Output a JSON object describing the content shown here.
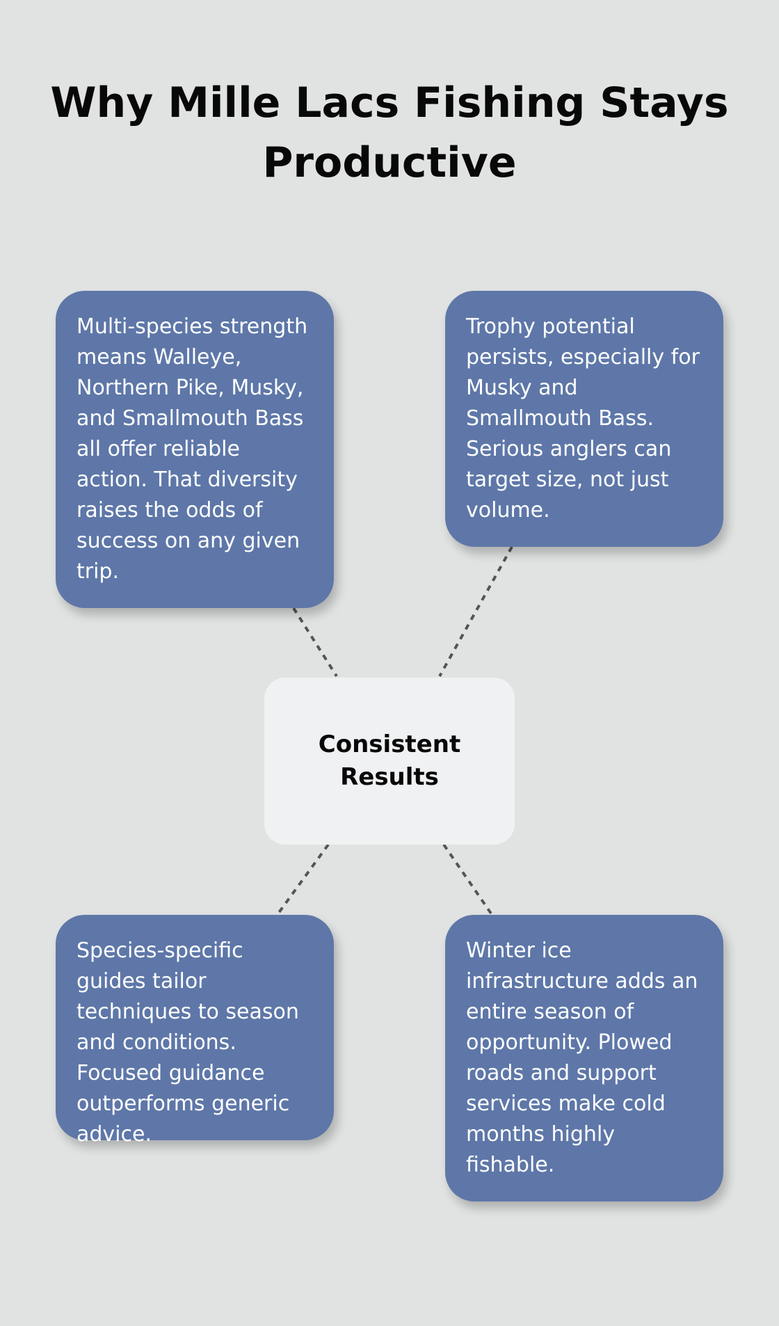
{
  "title": "Why Mille Lacs Fishing Stays Productive",
  "center": {
    "label": "Consistent Results"
  },
  "cards": {
    "top_left": "Multi-species strength means Walleye, Northern Pike, Musky, and Smallmouth Bass all offer reliable action. That diversity raises the odds of success on any given trip.",
    "top_right": "Trophy potential persists, especially for Musky and Smallmouth Bass. Serious anglers can target size, not just volume.",
    "bottom_left": "Species-specific guides tailor techniques to season and conditions. Focused guidance outperforms generic advice.",
    "bottom_right": "Winter ice infrastructure adds an entire season of opportunity. Plowed roads and support services make cold months highly fishable."
  },
  "colors": {
    "background": "#e1e3e2",
    "card": "#5e77a8",
    "center_box": "#f0f1f3",
    "connector": "#555555"
  }
}
